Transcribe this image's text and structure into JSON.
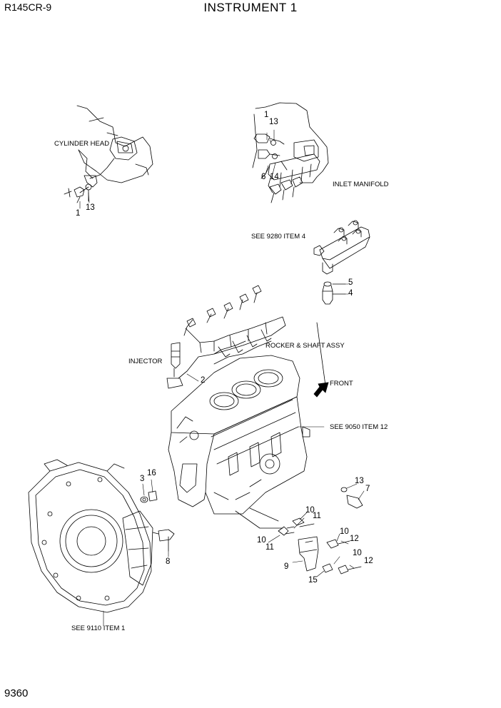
{
  "header": {
    "model": "R145CR-9",
    "title": "INSTRUMENT 1"
  },
  "footer": {
    "page_number": "9360"
  },
  "labels": {
    "cylinder_head": "CYLINDER HEAD",
    "inlet_manifold": "INLET MANIFOLD",
    "see_9280": "SEE 9280 ITEM 4",
    "rocker_shaft": "ROCKER & SHAFT ASSY",
    "injector": "INJECTOR",
    "front": "FRONT",
    "see_9050": "SEE 9050 ITEM 12",
    "see_9110": "SEE 9110 ITEM 1"
  },
  "callouts": {
    "c1_a": "1",
    "c13_a": "13",
    "c1_b": "1",
    "c13_b": "13",
    "c6": "6",
    "c14": "14",
    "c5": "5",
    "c4": "4",
    "c2": "2",
    "c3": "3",
    "c16": "16",
    "c8": "8",
    "c13_c": "13",
    "c7": "7",
    "c10_a": "10",
    "c11_a": "11",
    "c10_b": "10",
    "c11_b": "11",
    "c10_c": "10",
    "c12_a": "12",
    "c9": "9",
    "c10_d": "10",
    "c12_b": "12",
    "c15": "15"
  }
}
